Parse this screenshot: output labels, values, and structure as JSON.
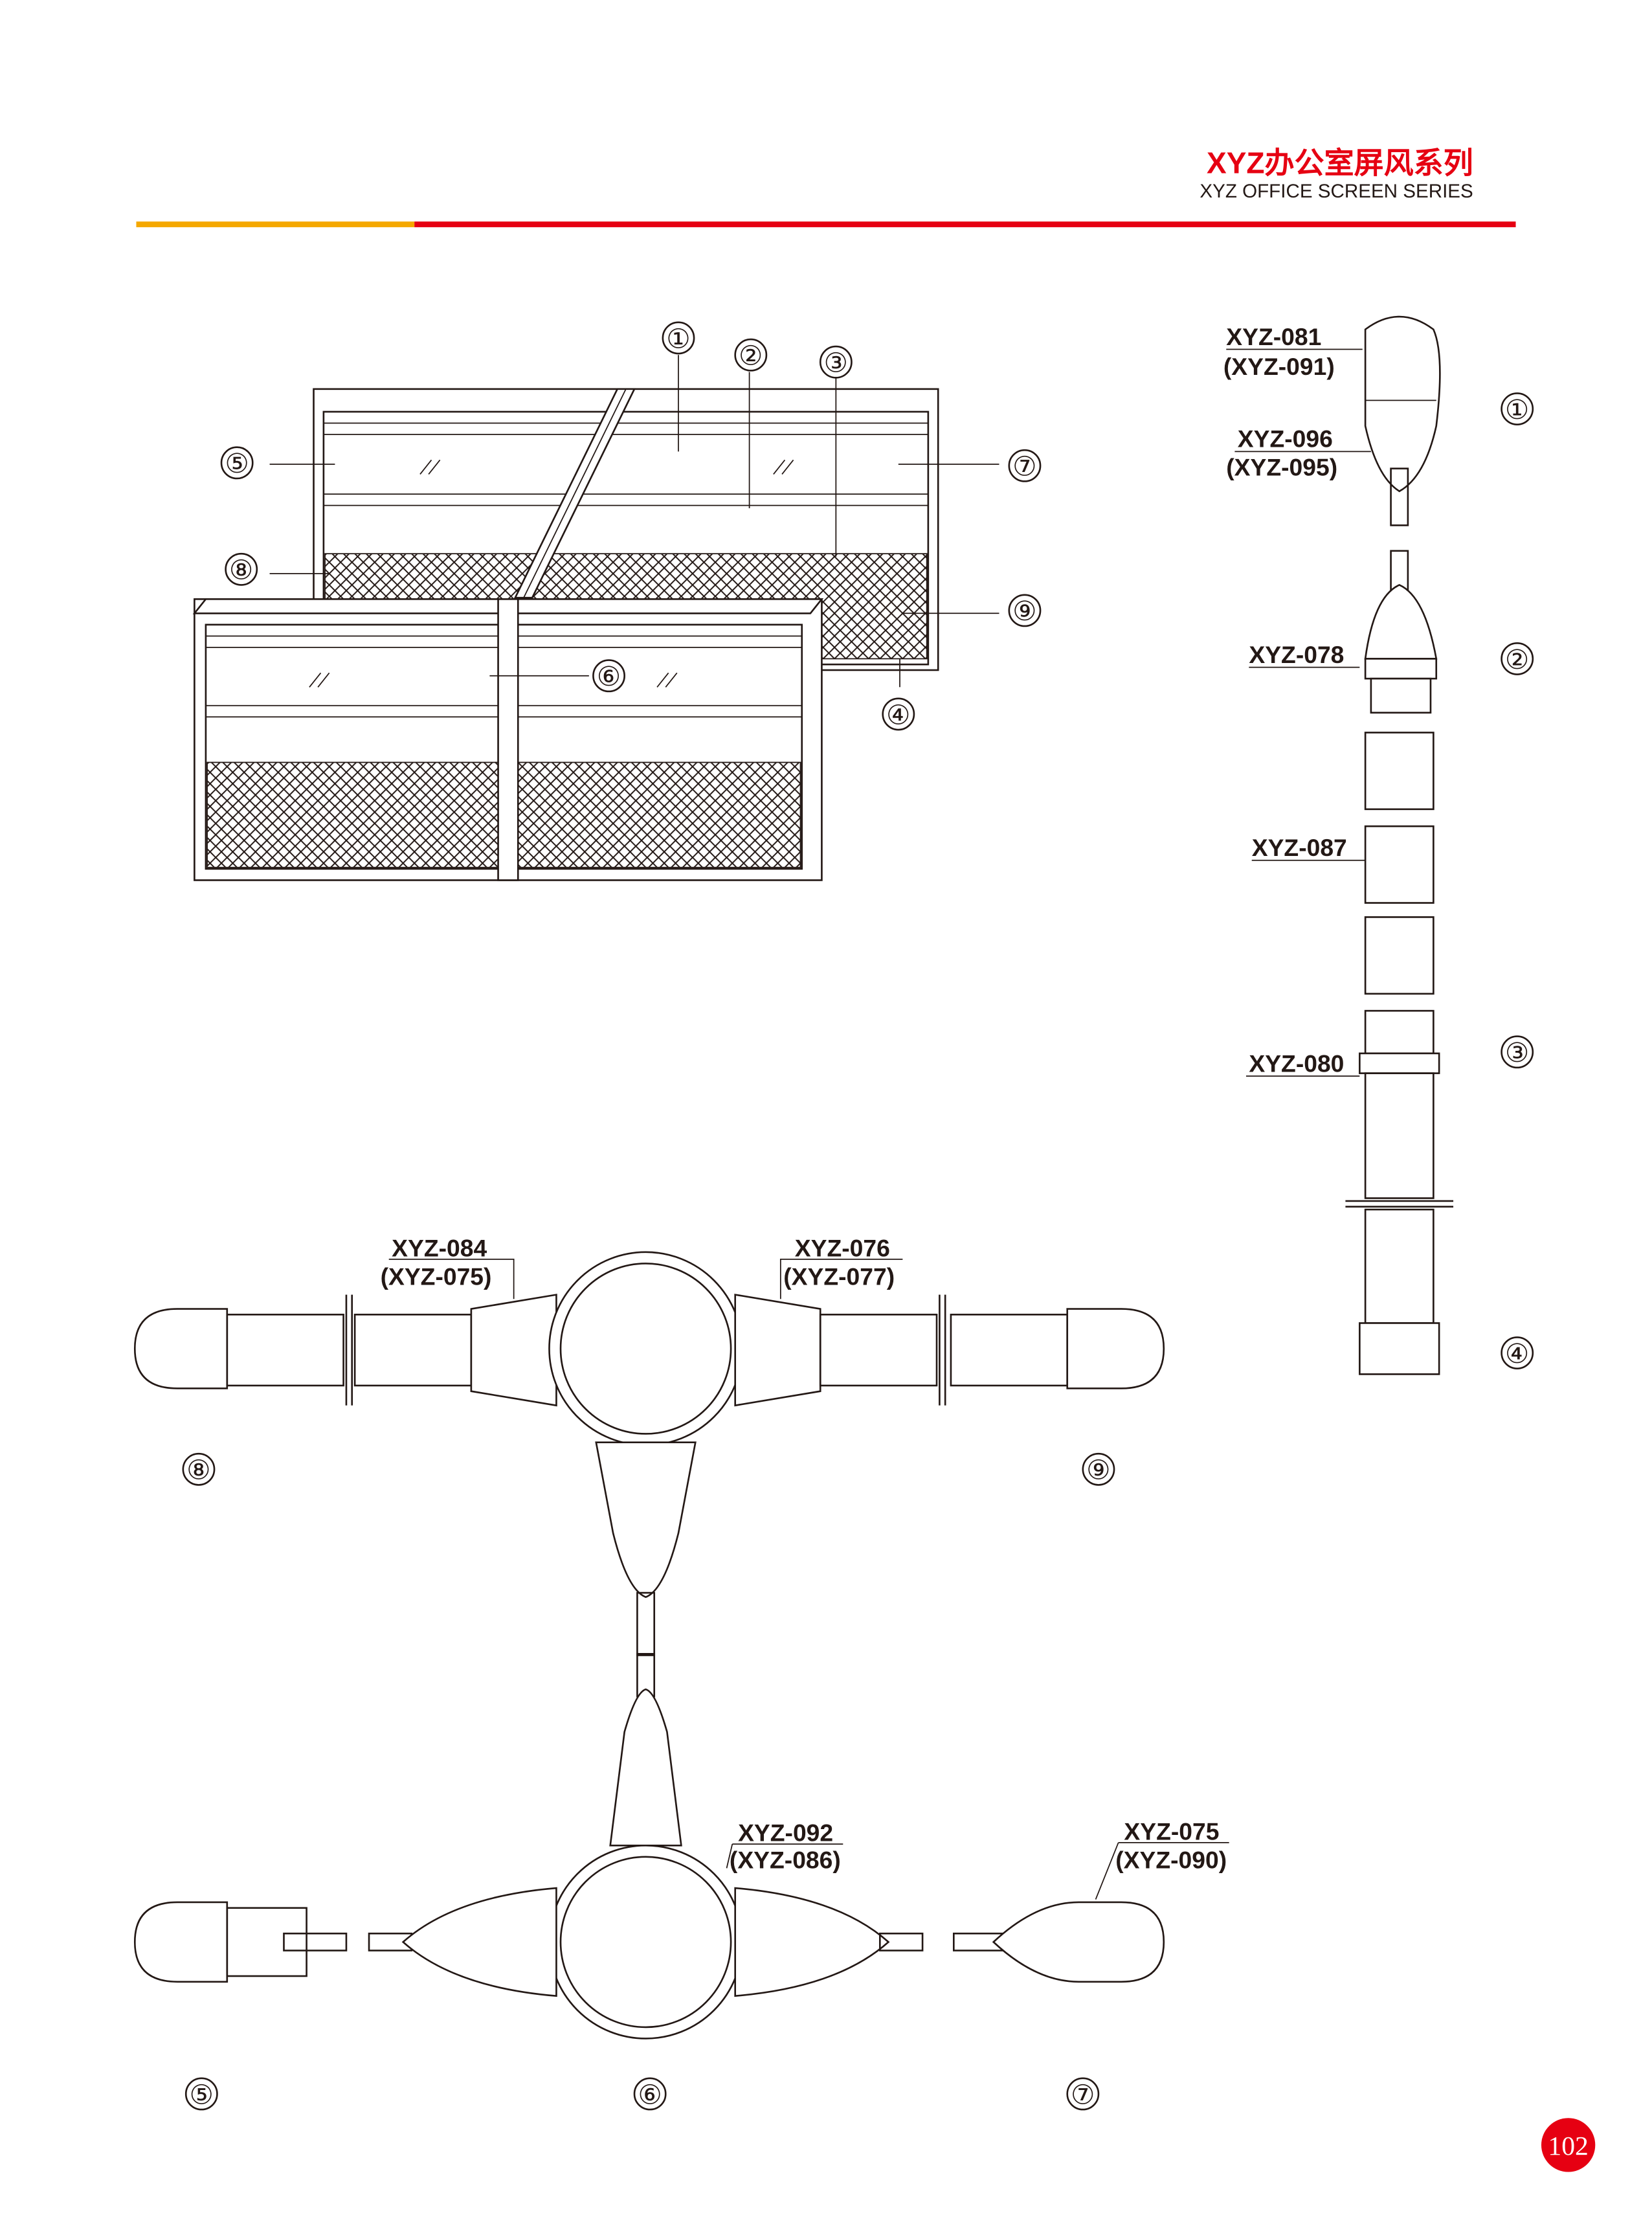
{
  "header": {
    "title_cn": "XYZ办公室屏风系列",
    "title_en": "XYZ OFFICE SCREEN SERIES",
    "colors": {
      "accent_red": "#e60012",
      "accent_yellow": "#f5a800",
      "ink": "#231815"
    }
  },
  "panel_view": {
    "callouts": [
      "①",
      "②",
      "③",
      "④",
      "⑤",
      "⑥",
      "⑦",
      "⑧",
      "⑨"
    ]
  },
  "section_view": {
    "codes": [
      "XYZ-081",
      "(XYZ-091)",
      "XYZ-096",
      "(XYZ-095)",
      "XYZ-078",
      "XYZ-087",
      "XYZ-080"
    ],
    "callouts": [
      "①",
      "②",
      "③",
      "④"
    ]
  },
  "plan_top": {
    "codes": [
      "XYZ-084",
      "(XYZ-075)",
      "XYZ-076",
      "(XYZ-077)"
    ],
    "callouts": [
      "⑧",
      "⑨"
    ]
  },
  "plan_bottom": {
    "codes": [
      "XYZ-092",
      "(XYZ-086)",
      "XYZ-075",
      "(XYZ-090)"
    ],
    "callouts": [
      "⑤",
      "⑥",
      "⑦"
    ]
  },
  "footer": {
    "page_number": "102"
  }
}
